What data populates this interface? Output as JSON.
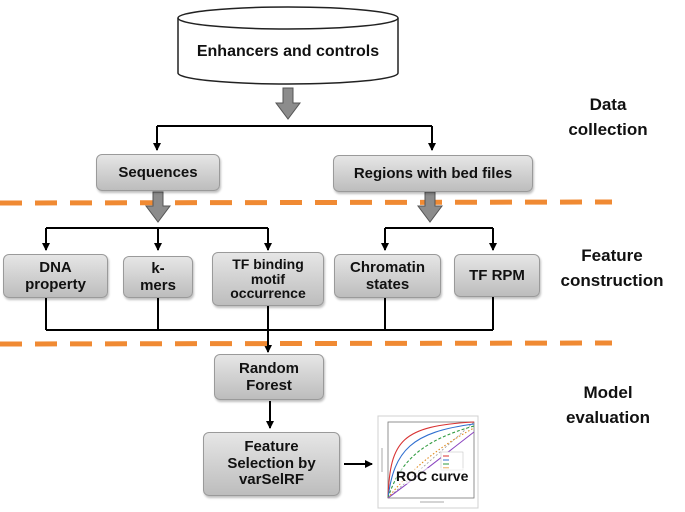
{
  "diagram": {
    "source": "Enhancers and controls",
    "branches": {
      "left": "Sequences",
      "right": "Regions with bed files"
    },
    "features": {
      "dna": "DNA\nproperty",
      "kmers": "k-\nmers",
      "tfbs": "TF binding\nmotif\noccurrence",
      "chromatin": "Chromatin\nstates",
      "tfrpm": "TF RPM"
    },
    "model": "Random\nForest",
    "selection": "Feature\nSelection by\nvarSelRF",
    "roc_caption": "ROC curve"
  },
  "stages": {
    "data": "Data\ncollection",
    "feature": "Feature\nconstruction",
    "model": "Model\nevaluation"
  },
  "colors": {
    "divider": "#f08a33",
    "arrow_fill": "#8c8c8c",
    "line": "#000000"
  }
}
